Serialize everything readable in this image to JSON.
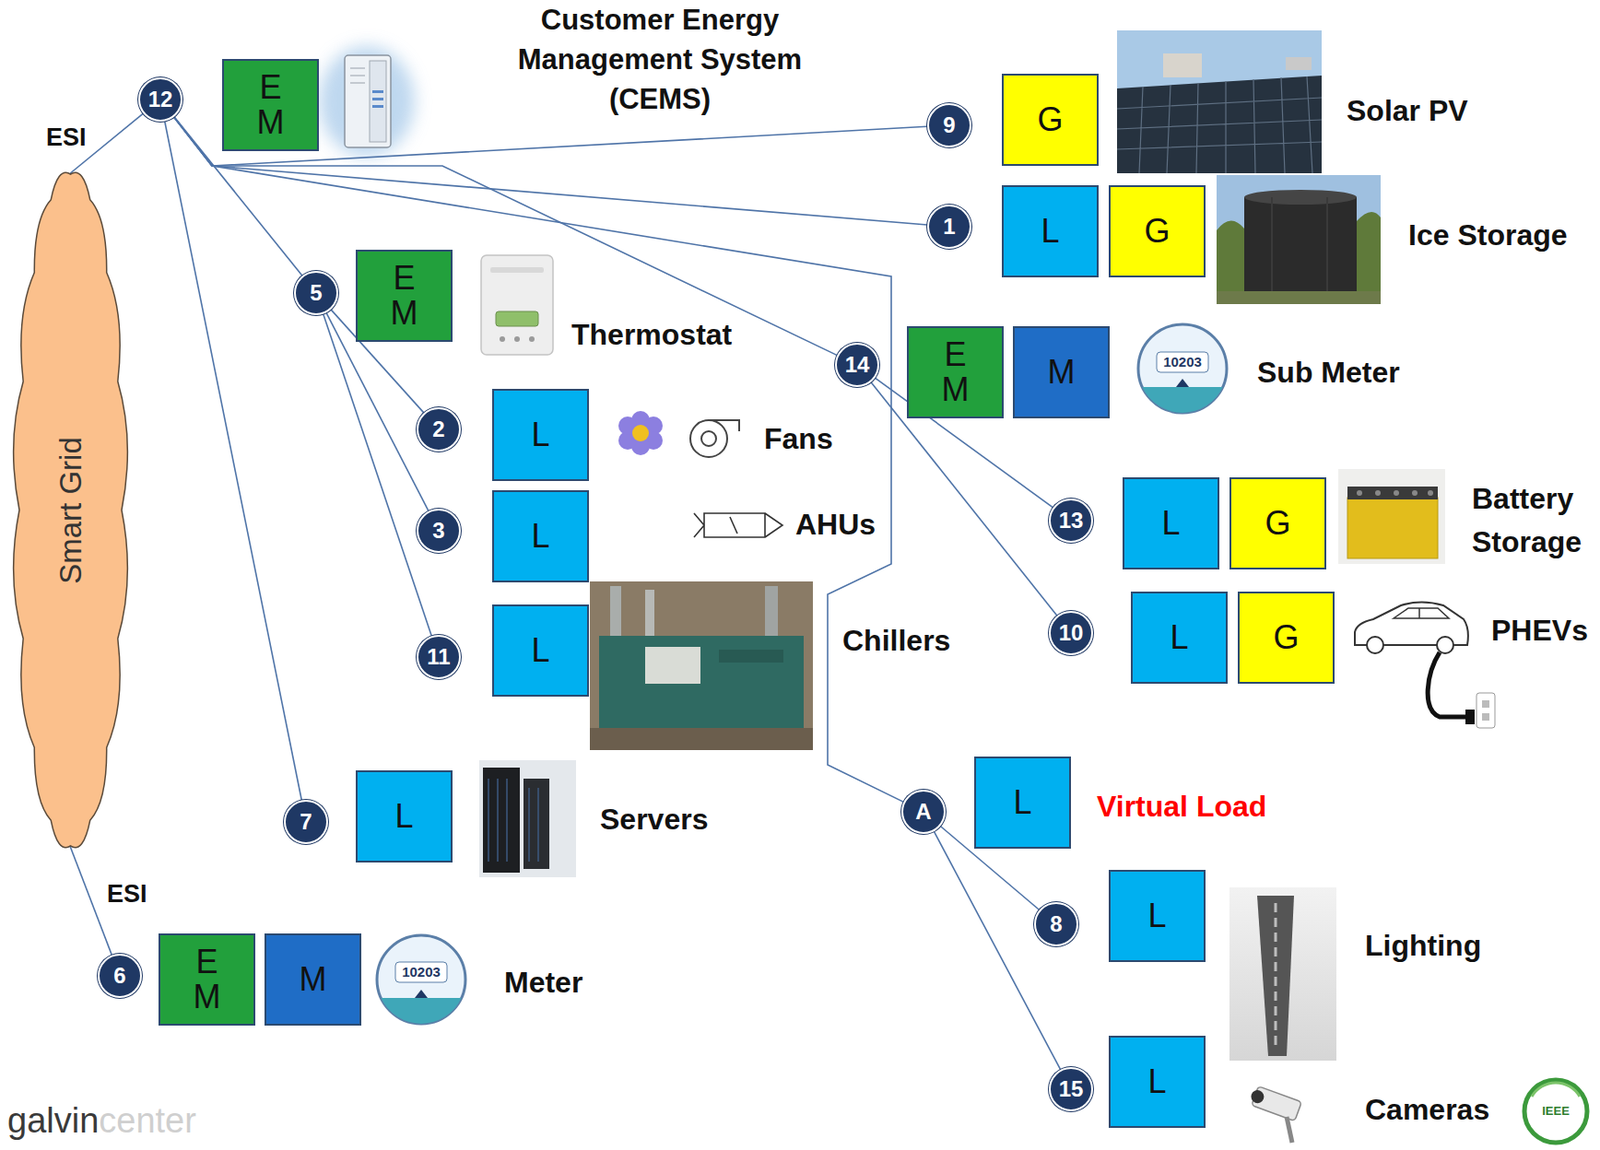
{
  "diagram": {
    "nodes": [
      {
        "text": [
          "Smart Grid"
        ]
      },
      {
        "text": [
          "12"
        ]
      },
      {
        "text": [
          "E M"
        ]
      },
      {
        "text": [
          "9"
        ]
      },
      {
        "text": [
          "G"
        ]
      },
      {
        "text": [
          "1"
        ]
      },
      {
        "text": [
          "L"
        ]
      },
      {
        "text": [
          "G"
        ]
      },
      {
        "text": [
          "5"
        ]
      },
      {
        "text": [
          "E M"
        ]
      },
      {
        "text": [
          "14"
        ]
      },
      {
        "text": [
          "E M"
        ]
      },
      {
        "text": [
          "M"
        ]
      },
      {
        "text": [
          "2"
        ]
      },
      {
        "text": [
          "L"
        ]
      },
      {
        "text": [
          "3"
        ]
      },
      {
        "text": [
          "L"
        ]
      },
      {
        "text": [
          "11"
        ]
      },
      {
        "text": [
          "L"
        ]
      },
      {
        "text": [
          "13"
        ]
      },
      {
        "text": [
          "L"
        ]
      },
      {
        "text": [
          "G"
        ]
      },
      {
        "text": [
          "10"
        ]
      },
      {
        "text": [
          "L"
        ]
      },
      {
        "text": [
          "G"
        ]
      },
      {
        "text": [
          "7"
        ]
      },
      {
        "text": [
          "L"
        ]
      },
      {
        "text": [
          "A"
        ]
      },
      {
        "text": [
          "L"
        ]
      },
      {
        "text": [
          "8"
        ]
      },
      {
        "text": [
          "L"
        ]
      },
      {
        "text": [
          "15"
        ]
      },
      {
        "text": [
          "L"
        ]
      },
      {
        "text": [
          "6"
        ]
      },
      {
        "text": [
          "E M"
        ]
      },
      {
        "text": [
          "M"
        ]
      }
    ],
    "edges": [
      {
        "from": 1,
        "to": 0,
        "arrow": "none"
      },
      {
        "from": 1,
        "to": 3,
        "arrow": "none"
      },
      {
        "from": 1,
        "to": 5,
        "arrow": "none"
      },
      {
        "from": 1,
        "to": 8,
        "arrow": "none"
      },
      {
        "from": 1,
        "to": 10,
        "arrow": "none"
      },
      {
        "from": 1,
        "to": 25,
        "arrow": "none"
      },
      {
        "from": 1,
        "to": 27,
        "arrow": "none"
      },
      {
        "from": 8,
        "to": 13,
        "arrow": "none"
      },
      {
        "from": 8,
        "to": 15,
        "arrow": "none"
      },
      {
        "from": 8,
        "to": 17,
        "arrow": "none"
      },
      {
        "from": 10,
        "to": 19,
        "arrow": "none"
      },
      {
        "from": 10,
        "to": 22,
        "arrow": "none"
      },
      {
        "from": 27,
        "to": 29,
        "arrow": "none"
      },
      {
        "from": 27,
        "to": 31,
        "arrow": "none"
      },
      {
        "from": 33,
        "to": 0,
        "arrow": "none"
      }
    ],
    "labels": [
      "Customer Energy Management System (CEMS)",
      "Solar PV",
      "Ice Storage",
      "Thermostat",
      "Sub Meter",
      "Fans",
      "AHUs",
      "Chillers",
      "Battery Storage",
      "PHEVs",
      "Servers",
      "Virtual Load",
      "Lighting",
      "Cameras",
      "Meter",
      "ESI",
      "ESI",
      "galvin",
      "center",
      "IEEE",
      "10203",
      "10203"
    ]
  }
}
